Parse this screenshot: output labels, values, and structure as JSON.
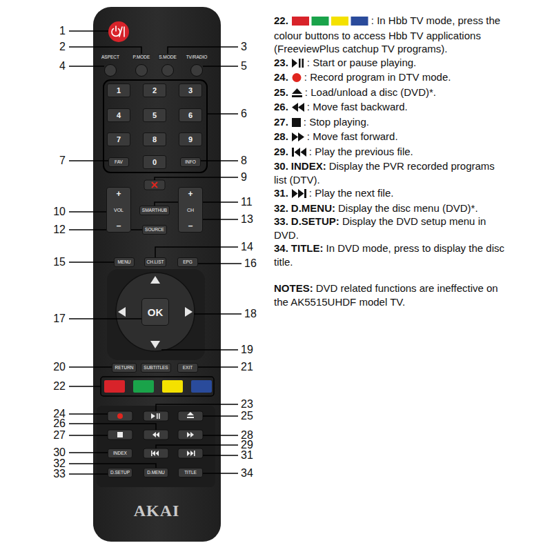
{
  "diagram": {
    "nodes": [
      {
        "text": [
          "ASPECT"
        ]
      },
      {
        "text": [
          "P.MODE"
        ]
      },
      {
        "text": [
          "S.MODE"
        ]
      },
      {
        "text": [
          "TV/RADIO"
        ]
      },
      {
        "text": [
          "1"
        ]
      },
      {
        "text": [
          "2"
        ]
      },
      {
        "text": [
          "3"
        ]
      },
      {
        "text": [
          "4"
        ]
      },
      {
        "text": [
          "5"
        ]
      },
      {
        "text": [
          "6"
        ]
      },
      {
        "text": [
          "7"
        ]
      },
      {
        "text": [
          "8"
        ]
      },
      {
        "text": [
          "9"
        ]
      },
      {
        "text": [
          "FAV"
        ]
      },
      {
        "text": [
          "0"
        ]
      },
      {
        "text": [
          "INFO"
        ]
      },
      {
        "text": [
          "+",
          "VOL",
          "–"
        ]
      },
      {
        "text": [
          "SMARTHUB"
        ]
      },
      {
        "text": [
          "+",
          "CH",
          "–"
        ]
      },
      {
        "text": [
          "SOURCE"
        ]
      },
      {
        "text": [
          "MENU"
        ]
      },
      {
        "text": [
          "CH.LIST"
        ]
      },
      {
        "text": [
          "EPG"
        ]
      },
      {
        "text": [
          "OK"
        ]
      },
      {
        "text": [
          "RETURN"
        ]
      },
      {
        "text": [
          "SUBTITLES"
        ]
      },
      {
        "text": [
          "EXIT"
        ]
      },
      {
        "text": [
          "INDEX"
        ]
      },
      {
        "text": [
          "D.SETUP"
        ]
      },
      {
        "text": [
          "D.MENU"
        ]
      },
      {
        "text": [
          "TITLE"
        ]
      }
    ],
    "labels": [
      "1",
      "2",
      "3",
      "4",
      "5",
      "6",
      "7",
      "8",
      "9",
      "10",
      "11",
      "12",
      "13",
      "14",
      "15",
      "16",
      "17",
      "18",
      "19",
      "20",
      "21",
      "22",
      "23",
      "24",
      "25",
      "26",
      "27",
      "28",
      "29",
      "30",
      "31",
      "32",
      "33",
      "34",
      "22.",
      ": In Hbb TV mode, press the colour buttons to access Hbb TV applications (FreeviewPlus catchup TV programs).",
      "23.",
      ": Start or pause playing.",
      "24.",
      ": Record program in DTV mode.",
      "25.",
      ": Load/unload a disc (DVD)*.",
      "26.",
      ": Move fast backward.",
      "27.",
      ": Stop playing.",
      "28.",
      ": Move fast forward.",
      "29.",
      ": Play the previous file.",
      "30.",
      "INDEX:",
      "Display the PVR recorded programs list (DTV).",
      "31.",
      ": Play the next file.",
      "32.",
      "D.MENU:",
      "Display the disc menu (DVD)*.",
      "33.",
      "D.SETUP:",
      "Display the DVD setup menu in DVD.",
      "34.",
      "TITLE:",
      "In DVD mode, press to display the disc title.",
      "NOTES:",
      "DVD related functions are ineffective on the AK5515UHDF model TV.",
      "AKAI"
    ]
  }
}
